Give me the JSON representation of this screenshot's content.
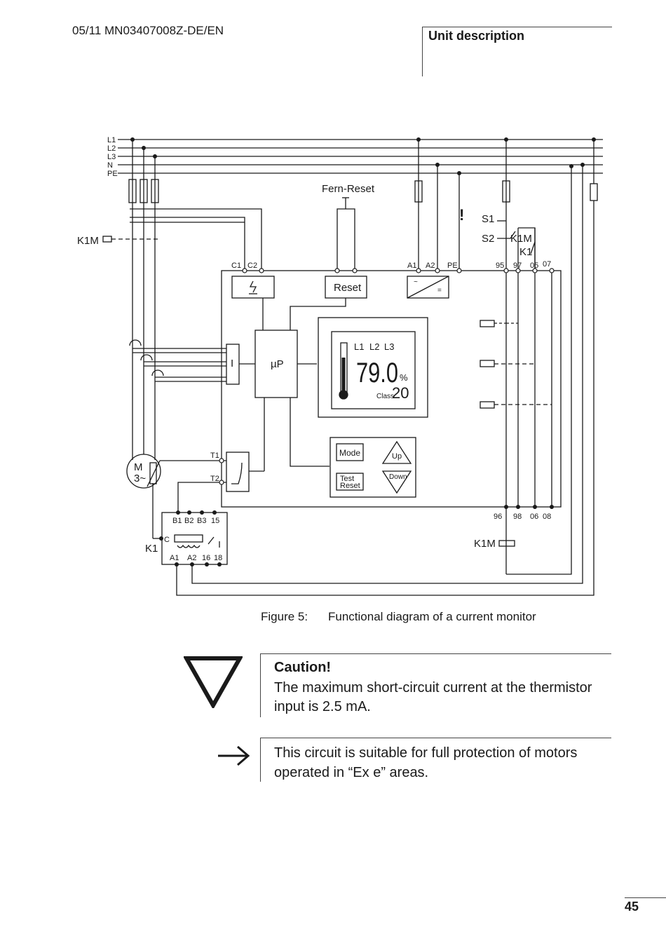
{
  "header": {
    "doc_id": "05/11 MN03407008Z-DE/EN",
    "section_title": "Unit description"
  },
  "diagram": {
    "bus_labels": [
      "L1",
      "L2",
      "L3",
      "N",
      "PE"
    ],
    "fern_reset": "Fern-Reset",
    "s1": "S1",
    "s2": "S2",
    "k1m_top": "K1M",
    "k1_top": "K1",
    "k1m_left": "K1M",
    "terminals_top_left": [
      "C1",
      "C2"
    ],
    "terminals_top_mid": [
      "A1",
      "A2",
      "PE"
    ],
    "terminals_top_right": [
      "95",
      "97",
      "05",
      "07"
    ],
    "terminals_bottom_right": [
      "96",
      "98",
      "06",
      "08"
    ],
    "reset_label": "Reset",
    "i_label": "I",
    "up_label": "µP",
    "phases": [
      "L1",
      "L2",
      "L3"
    ],
    "display_value": "79.0",
    "display_unit": "%",
    "class_label": "Class",
    "class_value": "20",
    "mode_label": "Mode",
    "up_button": "Up",
    "down_button": "Down",
    "test_reset_line1": "Test",
    "test_reset_line2": "Reset",
    "t1": "T1",
    "t2": "T2",
    "motor_m": "M",
    "motor_3": "3~",
    "k1_label": "K1",
    "k1_c": "C",
    "k1_terminals_top": [
      "B1",
      "B2",
      "B3",
      "15"
    ],
    "k1_terminals_bottom": [
      "A1",
      "A2",
      "16",
      "18"
    ],
    "k1m_bottom": "K1M",
    "exclaim": "!"
  },
  "figure": {
    "label": "Figure 5:",
    "caption": "Functional diagram of a current monitor"
  },
  "caution": {
    "title": "Caution!",
    "text": "The maximum short-circuit current at the thermistor input is 2.5 mA.",
    "icon": "warning-triangle-icon"
  },
  "note": {
    "text": "This circuit is suitable for full protection of motors operated in “Ex e” areas.",
    "icon": "arrow-right-icon"
  },
  "page_number": "45"
}
